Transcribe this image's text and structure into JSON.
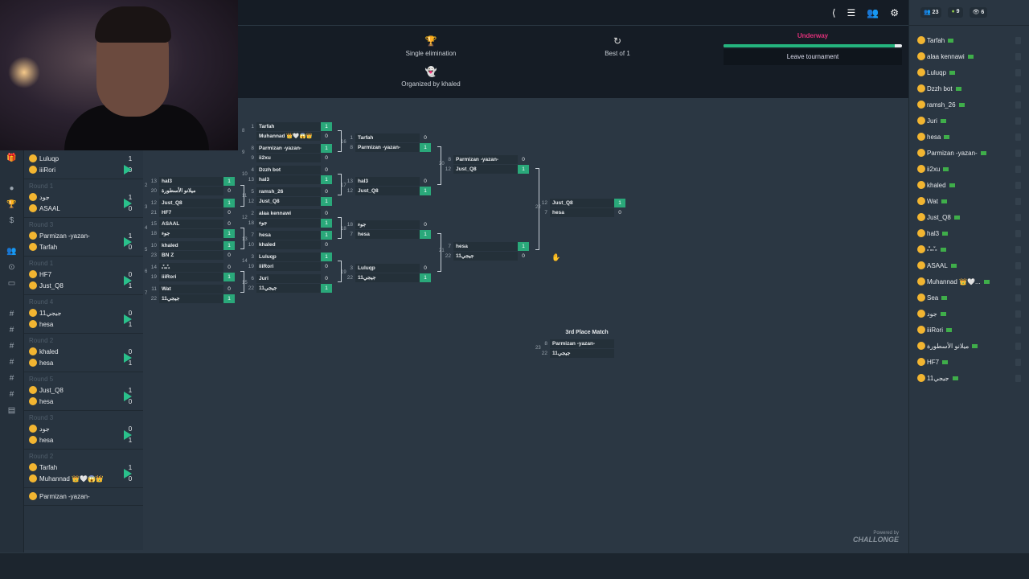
{
  "toolbar": {
    "icons": [
      "share-icon",
      "list-icon",
      "users-icon",
      "gear-icon"
    ]
  },
  "info": {
    "format": "Single elimination",
    "best_of": "Best of 1",
    "organizer": "Organized by khaled",
    "status": "Underway",
    "progress_percent": 96,
    "leave": "Leave tournament"
  },
  "match_list": [
    {
      "round": "",
      "p1": "Luluqp",
      "s1": "1",
      "p2": "iiiRori",
      "s2": "0"
    },
    {
      "round": "Round 1",
      "p1": "جود",
      "s1": "1",
      "p2": "ASAAL",
      "s2": "0"
    },
    {
      "round": "Round 3",
      "p1": "Parmizan -yazan-",
      "s1": "1",
      "p2": "Tarfah",
      "s2": "0"
    },
    {
      "round": "Round 1",
      "p1": "HF7",
      "s1": "0",
      "p2": "Just_Q8",
      "s2": "1"
    },
    {
      "round": "Round 4",
      "p1": "جيجي11",
      "s1": "0",
      "p2": "hesa",
      "s2": "1"
    },
    {
      "round": "Round 2",
      "p1": "khaled",
      "s1": "0",
      "p2": "hesa",
      "s2": "1"
    },
    {
      "round": "Round 5",
      "p1": "Just_Q8",
      "s1": "1",
      "p2": "hesa",
      "s2": "0"
    },
    {
      "round": "Round 3",
      "p1": "جود",
      "s1": "0",
      "p2": "hesa",
      "s2": "1"
    },
    {
      "round": "Round 2",
      "p1": "Tarfah",
      "s1": "1",
      "p2": "Muhannad 👑🤍😱👑",
      "s2": "0"
    }
  ],
  "match_list_last": "Parmizan -yazan-",
  "bracket": [
    {
      "num": "2",
      "a": [
        "13",
        "hal3",
        "1",
        true
      ],
      "b": [
        "20",
        "ميلانو الأسطورة",
        "0",
        false
      ]
    },
    {
      "num": "3",
      "a": [
        "12",
        "Just_Q8",
        "1",
        true
      ],
      "b": [
        "21",
        "HF7",
        "0",
        false
      ]
    },
    {
      "num": "4",
      "a": [
        "15",
        "ASAAL",
        "0",
        false
      ],
      "b": [
        "18",
        "جوء",
        "1",
        true
      ]
    },
    {
      "num": "5",
      "a": [
        "10",
        "khaled",
        "1",
        true
      ],
      "b": [
        "23",
        "BN Z",
        "0",
        false
      ]
    },
    {
      "num": "6",
      "a": [
        "14",
        "ஃஃ",
        "0",
        false
      ],
      "b": [
        "19",
        "iiiRori",
        "1",
        true
      ]
    },
    {
      "num": "7",
      "a": [
        "11",
        "Wat",
        "0",
        false
      ],
      "b": [
        "22",
        "جيجي11",
        "1",
        true
      ]
    },
    {
      "num": "8",
      "a": [
        "1",
        "Tarfah",
        "1",
        true
      ],
      "b": [
        "",
        "Muhannad 👑🤍😱👑",
        "0",
        false
      ]
    },
    {
      "num": "9",
      "a": [
        "8",
        "Parmizan -yazan-",
        "1",
        true
      ],
      "b": [
        "9",
        "ii2xu",
        "0",
        false
      ]
    },
    {
      "num": "10",
      "a": [
        "4",
        "Dzzh bot",
        "0",
        false
      ],
      "b": [
        "13",
        "hal3",
        "1",
        true
      ]
    },
    {
      "num": "11",
      "a": [
        "5",
        "ramsh_26",
        "0",
        false
      ],
      "b": [
        "12",
        "Just_Q8",
        "1",
        true
      ]
    },
    {
      "num": "12",
      "a": [
        "2",
        "alaa kennawi",
        "0",
        false
      ],
      "b": [
        "18",
        "جوء",
        "1",
        true
      ]
    },
    {
      "num": "13",
      "a": [
        "7",
        "hesa",
        "1",
        true
      ],
      "b": [
        "10",
        "khaled",
        "0",
        false
      ]
    },
    {
      "num": "14",
      "a": [
        "3",
        "Luluqp",
        "1",
        true
      ],
      "b": [
        "19",
        "iiiRori",
        "0",
        false
      ]
    },
    {
      "num": "15",
      "a": [
        "6",
        "Juri",
        "0",
        false
      ],
      "b": [
        "22",
        "جيجي11",
        "1",
        true
      ]
    },
    {
      "num": "16",
      "a": [
        "1",
        "Tarfah",
        "0",
        false
      ],
      "b": [
        "8",
        "Parmizan -yazan-",
        "1",
        true
      ]
    },
    {
      "num": "17",
      "a": [
        "13",
        "hal3",
        "0",
        false
      ],
      "b": [
        "12",
        "Just_Q8",
        "1",
        true
      ]
    },
    {
      "num": "18",
      "a": [
        "18",
        "جوء",
        "0",
        false
      ],
      "b": [
        "7",
        "hesa",
        "1",
        true
      ]
    },
    {
      "num": "19",
      "a": [
        "3",
        "Luluqp",
        "0",
        false
      ],
      "b": [
        "22",
        "جيجي11",
        "1",
        true
      ]
    },
    {
      "num": "20",
      "a": [
        "8",
        "Parmizan -yazan-",
        "0",
        false
      ],
      "b": [
        "12",
        "Just_Q8",
        "1",
        true
      ]
    },
    {
      "num": "21",
      "a": [
        "7",
        "hesa",
        "1",
        true
      ],
      "b": [
        "22",
        "جيجي11",
        "0",
        false
      ]
    },
    {
      "num": "22",
      "a": [
        "12",
        "Just_Q8",
        "1",
        true
      ],
      "b": [
        "7",
        "hesa",
        "0",
        false
      ]
    },
    {
      "num": "23",
      "a": [
        "8",
        "Parmizan -yazan-",
        "",
        false
      ],
      "b": [
        "22",
        "جيجي11",
        "",
        false
      ]
    }
  ],
  "third_place_title": "3rd Place Match",
  "stats": {
    "members": "23",
    "online": "9",
    "viewers": "6"
  },
  "participants": [
    "Tarfah",
    "alaa kennawi",
    "Luluqp",
    "Dzzh bot",
    "ramsh_26",
    "Juri",
    "hesa",
    "Parmizan -yazan-",
    "ii2xu",
    "khaled",
    "Wat",
    "Just_Q8",
    "hal3",
    "ஃஃ",
    "ASAAL",
    "Muhannad 👑🤍...",
    "Sea",
    "جود",
    "iiiRori",
    "ميلانو الأسطورة",
    "HF7",
    "جيجي11"
  ],
  "powered": {
    "line1": "Powered by",
    "line2": "CHALLONGE"
  }
}
